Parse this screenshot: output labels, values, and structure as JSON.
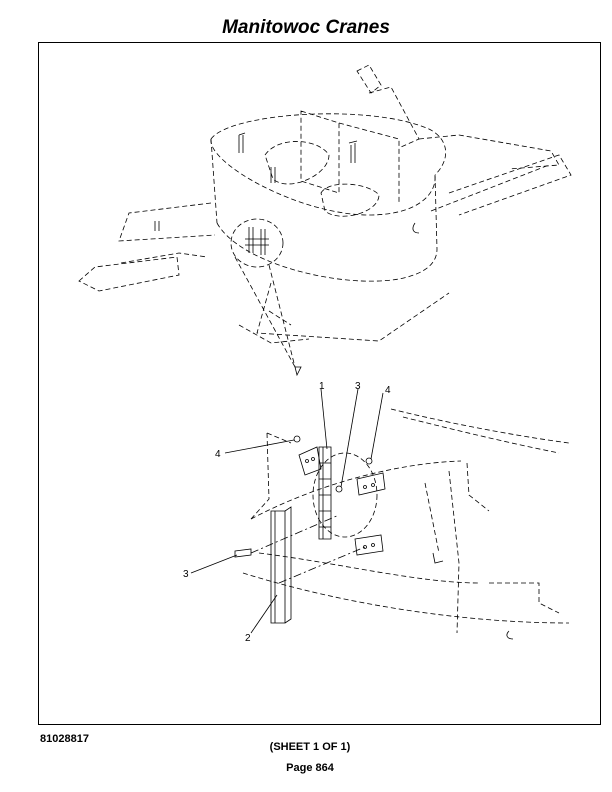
{
  "header": {
    "title": "Manitowoc Cranes"
  },
  "diagram": {
    "callouts": [
      {
        "id": "callout-1",
        "label": "1"
      },
      {
        "id": "callout-3-top",
        "label": "3"
      },
      {
        "id": "callout-4-right",
        "label": "4"
      },
      {
        "id": "callout-4-left",
        "label": "4"
      },
      {
        "id": "callout-3-left",
        "label": "3"
      },
      {
        "id": "callout-2",
        "label": "2"
      }
    ]
  },
  "footer": {
    "doc_number": "81028817",
    "sheet": "(SHEET 1 OF 1)",
    "page": "Page 864"
  }
}
